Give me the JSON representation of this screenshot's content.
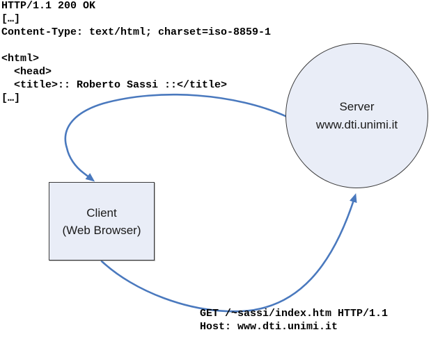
{
  "colors": {
    "arrow": "#4a79be",
    "shape_fill": "#e9edf7",
    "shape_border": "#3a3a3a"
  },
  "response_snippet": {
    "lines": [
      "HTTP/1.1 200 OK",
      "[…]",
      "Content-Type: text/html; charset=iso-8859-1",
      "",
      "<html>",
      "  <head>",
      "  <title>:: Roberto Sassi ::</title>",
      "[…]"
    ]
  },
  "request_snippet": {
    "lines": [
      "GET /~sassi/index.htm HTTP/1.1",
      "Host: www.dti.unimi.it"
    ]
  },
  "server": {
    "line1": "Server",
    "line2": "www.dti.unimi.it"
  },
  "client": {
    "line1": "Client",
    "line2": "(Web Browser)"
  }
}
